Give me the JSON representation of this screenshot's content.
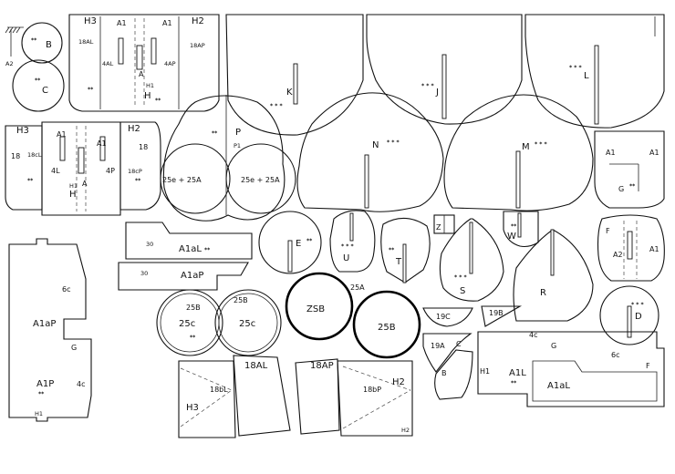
{
  "pieces": {
    "B": "B",
    "C": "C",
    "A2": "A2",
    "H3": "H3",
    "H2": "H2",
    "A": "A",
    "A1": "A1",
    "H": "H",
    "H1": "H1",
    "18AL": "18AL",
    "18AP": "18AP",
    "4AL": "4AL",
    "4AP": "4AP",
    "K": "K",
    "J": "J",
    "L": "L",
    "P": "P",
    "P1": "P1",
    "P_left": "25e + 25A",
    "P_right": "25e + 25A",
    "18cL": "18cL",
    "18cP": "18cP",
    "18_l": "18",
    "18_r": "18",
    "4L": "4L",
    "4P": "4P",
    "N": "N",
    "M": "M",
    "G": "G",
    "A1aL": "A1aL",
    "A1aP": "A1aP",
    "n30a": "30",
    "n30b": "30",
    "E": "E",
    "U": "U",
    "T": "T",
    "Z": "Z",
    "W": "W",
    "S": "S",
    "R": "R",
    "F": "F",
    "A1aP_long": "A1aP",
    "c6_a": "6c",
    "G_small": "G",
    "c4": "4c",
    "A1P": "A1P",
    "B25_a": "25B",
    "c25_a": "25c",
    "c25_b": "25c",
    "B25_b": "25B",
    "ZSB": "ZSB",
    "Z5A": "25A",
    "B25_c": "25B",
    "c19": "19C",
    "B19": "19B",
    "D": "D",
    "c4b": "4c",
    "G2": "G",
    "c6b": "6c",
    "F2": "F",
    "H1b": "H1",
    "A1L": "A1L",
    "A1aL_b": "A1aL",
    "C2": "C",
    "A19": "19A",
    "B_small": "B",
    "H3b": "H3",
    "AL18": "18AL",
    "AP18": "18AP",
    "bL18": "18bL",
    "bP18": "18bP",
    "H2b": "H2",
    "H2c": "H2",
    "stars": "**",
    "stars3": "* *\n*"
  }
}
